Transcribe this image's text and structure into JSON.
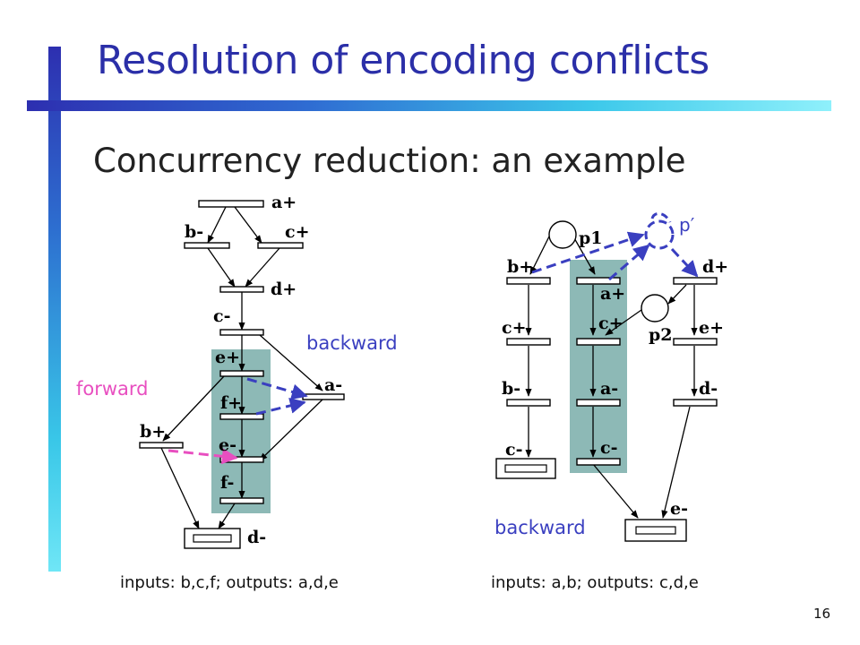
{
  "slide": {
    "title": "Resolution of encoding conflicts",
    "subtitle": "Concurrency reduction: an example",
    "page_number": "16"
  },
  "left_net": {
    "transitions": [
      "a+",
      "b-",
      "c+",
      "d+",
      "c-",
      "e+",
      "f+",
      "e-",
      "f-",
      "a-",
      "b+",
      "d-"
    ],
    "labels": {
      "forward": "forward",
      "backward": "backward"
    },
    "caption": "inputs: b,c,f; outputs: a,d,e"
  },
  "right_net": {
    "transitions": [
      "b+",
      "a+",
      "d+",
      "c+",
      "e+",
      "b-",
      "a-",
      "d-",
      "c-",
      "c-",
      "e-"
    ],
    "places": [
      "p1",
      "p2",
      "p′"
    ],
    "labels": {
      "backward": "backward"
    },
    "caption": "inputs: a,b; outputs: c,d,e"
  },
  "colors": {
    "title": "#2b2fa8",
    "highlight": "#8db9b6",
    "forward_arc": "#e84fc0",
    "backward_arc": "#3a3fc0"
  }
}
